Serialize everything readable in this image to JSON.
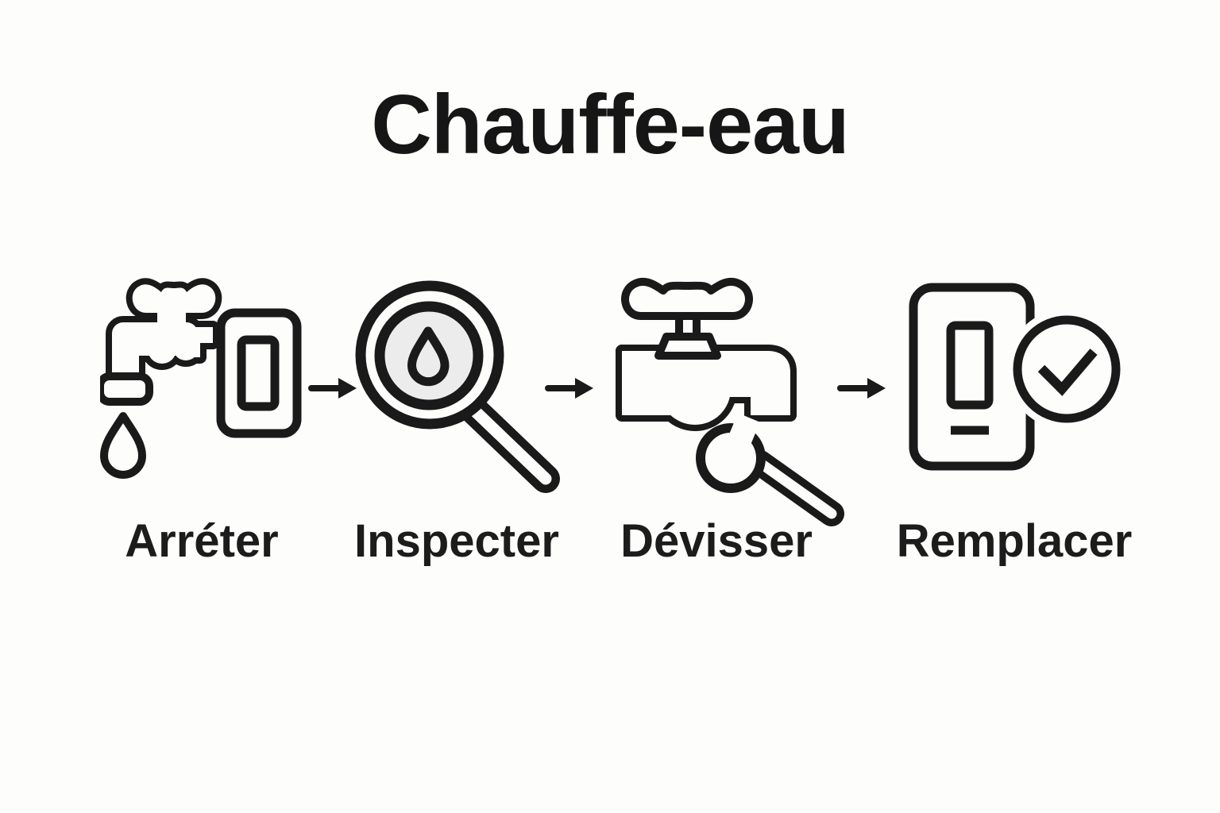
{
  "title": "Chauffe-eau",
  "steps": [
    {
      "label": "Arréter",
      "icon": "faucet-drip-power-switch-icon"
    },
    {
      "label": "Inspecter",
      "icon": "magnifier-water-drop-icon"
    },
    {
      "label": "Dévisser",
      "icon": "faucet-wrench-icon"
    },
    {
      "label": "Remplacer",
      "icon": "heater-panel-check-icon"
    }
  ],
  "arrow_glyph": "→",
  "colors": {
    "background": "#fdfdfc",
    "ink": "#1a1a1a",
    "lens_fill": "#ececec"
  }
}
